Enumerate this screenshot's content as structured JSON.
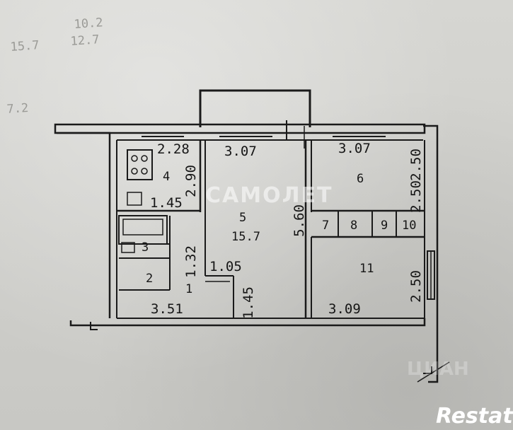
{
  "plan": {
    "dimensions": {
      "kitchen_width": "2.28",
      "room5_width": "3.07",
      "room6_width": "3.07",
      "kitchen_length": "2.90",
      "room6_length": "2.50",
      "room6_length_b": "2.50",
      "room11_length": "2.50",
      "wall_length": "5.60",
      "bath_width": "1.45",
      "hall_width": "1.32",
      "corridor_width": "1.05",
      "corridor_length": "1.45",
      "bottom_left": "3.51",
      "bottom_right": "3.09"
    },
    "rooms": {
      "r1": "1",
      "r2": "2",
      "r3": "3",
      "r4": "4",
      "r5": "5",
      "r5_area": "15.7",
      "r6": "6",
      "r7": "7",
      "r8": "8",
      "r9": "9",
      "r10": "10",
      "r11": "11"
    },
    "faded_marks": [
      "15.7",
      "7.2",
      "10.2",
      "12.7"
    ],
    "line_color": "#1a1a1a",
    "paper_color": "#cfcfcb"
  },
  "watermarks": {
    "center_text": "САМОЛЕТ",
    "right_text": "ЦИАН",
    "logo_text": "Restate"
  }
}
